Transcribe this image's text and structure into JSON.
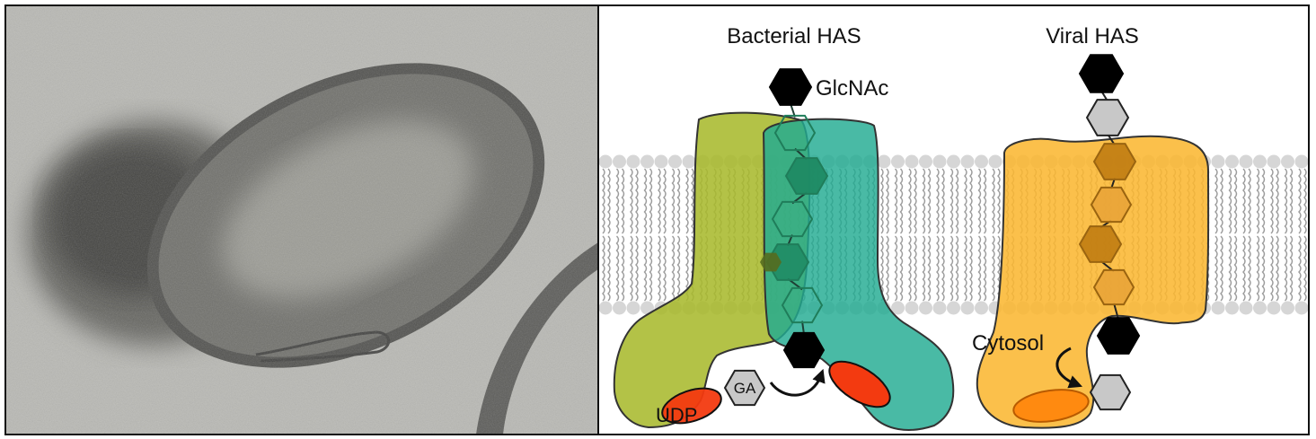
{
  "labels": {
    "bacterial_title": "Bacterial HAS",
    "viral_title": "Viral HAS",
    "glcnac": "GlcNAc",
    "udp": "UDP",
    "ga": "GA",
    "cytosol": "Cytosol"
  },
  "colors": {
    "frame": "#111111",
    "micrograph_bg": "#b9b9b4",
    "membrane_head": "#d6d6d6",
    "membrane_tail": "#9c9c9c",
    "bacterial_left_subunit": "#a9b92e",
    "bacterial_right_subunit": "#21ab91",
    "viral_subunit": "#fbb732",
    "udp_ellipse": "#f33a10",
    "udp_ellipse_viral": "#ff8a10",
    "hexagon_glcnac": "#000000",
    "hexagon_ga": "#c8c8c8",
    "hexagon_inside_bacterial": "#1f8a63",
    "hexagon_inside_viral": "#c07c12",
    "hexagon_inside_viral_light": "#e9a438",
    "text_bacterial_udp": "#7d6a10",
    "text_cytosol": "#b8750c"
  },
  "icons": {
    "micrograph": "bacterium-cell-micrograph",
    "membrane": "lipid-bilayer",
    "sugar": "hexagon-sugar-unit",
    "arrow": "curved-transfer-arrow"
  }
}
